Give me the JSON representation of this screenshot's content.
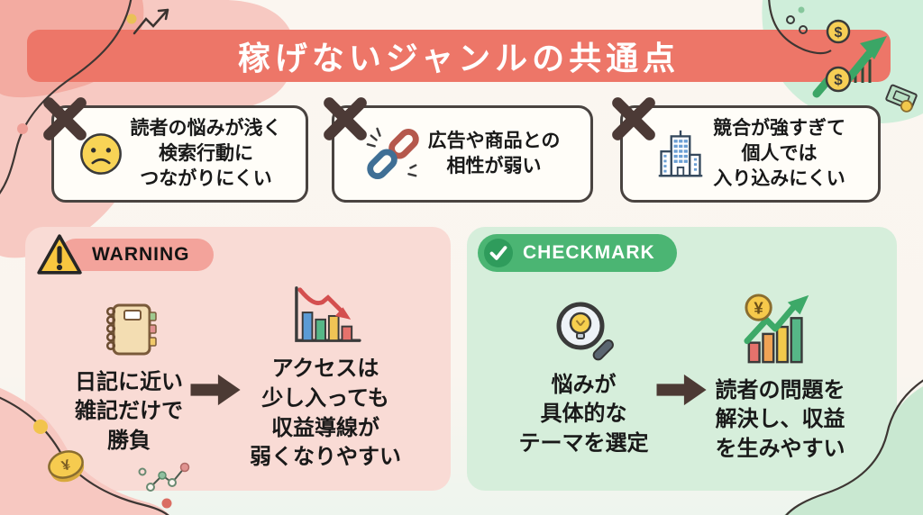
{
  "title": "稼げないジャンルの共通点",
  "top_reasons": [
    {
      "icon": "sad-face-icon",
      "lines": [
        "読者の悩みが浅く",
        "検索行動に",
        "つながりにくい"
      ]
    },
    {
      "icon": "broken-link-icon",
      "lines": [
        "広告や商品との",
        "相性が弱い"
      ]
    },
    {
      "icon": "office-building-icon",
      "lines": [
        "競合が強すぎて",
        "個人では",
        "入り込みにくい"
      ]
    }
  ],
  "warning_panel": {
    "badge_label": "WARNING",
    "badge_icon": "warning-triangle-icon",
    "before": {
      "icon": "notebook-icon",
      "lines": [
        "日記に近い",
        "雑記だけで",
        "勝負"
      ]
    },
    "after": {
      "icon": "declining-chart-icon",
      "lines": [
        "アクセスは",
        "少し入っても",
        "収益導線が",
        "弱くなりやすい"
      ]
    }
  },
  "checkmark_panel": {
    "badge_label": "CHECKMARK",
    "badge_icon": "checkmark-icon",
    "before": {
      "icon": "magnifier-lightbulb-icon",
      "lines": [
        "悩みが",
        "具体的な",
        "テーマを選定"
      ]
    },
    "after": {
      "icon": "rising-chart-icon",
      "lines": [
        "読者の問題を",
        "解決し、収益",
        "を生みやすい"
      ]
    }
  },
  "decorations": {
    "icons": [
      "dollar-coin-icon",
      "yen-coin-icon",
      "growth-arrow-icon",
      "banknote-icon",
      "trend-sketch-arrow-icon",
      "line-chart-sketch-icon",
      "sparkle-dots"
    ],
    "symbols": {
      "dollar": "$",
      "yen": "¥"
    }
  },
  "colors": {
    "banner_bg": "#ED7668",
    "warning_panel_bg": "#F9DBD5",
    "checkmark_panel_bg": "#D6EEDB",
    "warning_badge_bg": "#F3A39B",
    "checkmark_badge_bg": "#4BB573",
    "x_mark": "#4C3A36",
    "flow_arrow": "#4C3A34",
    "coin_yellow": "#F5C84B",
    "growth_arrow_green": "#3BA666",
    "decline_arrow_red": "#D44F4F"
  }
}
